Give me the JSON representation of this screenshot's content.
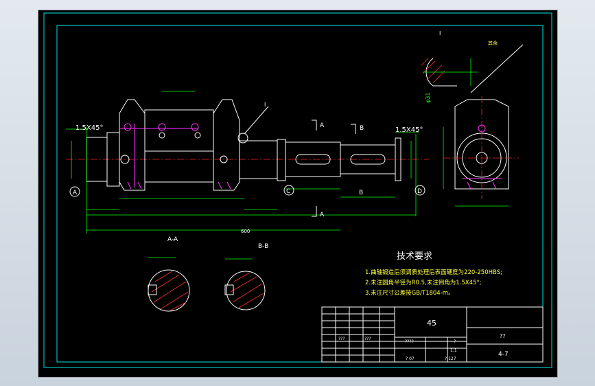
{
  "drawing": {
    "section_aa_label": "A-A",
    "section_bb_label": "B-B",
    "detail_label": "I",
    "right_note": "其余",
    "marker_a": "A",
    "marker_b": "B",
    "marker_c": "C",
    "marker_d": "D",
    "chamfer_left": "1.5X45°",
    "chamfer_right": "1.5X45°",
    "overall_length": "600",
    "diameter_label": "φ31"
  },
  "tech_requirements": {
    "title": "技术要求",
    "line1": "1.曲轴锻造后须调质处理后表面硬度为220-250HBS;",
    "line2": "2.未注圆角半径为R0.5,未注倒角为1.5X45°;",
    "line3": "3.未注尺寸公差按GB/T1804-m。"
  },
  "title_block": {
    "material": "45",
    "drawing_no": "??",
    "sheet": "4-7",
    "cell_a": "???",
    "cell_b": "???",
    "cell_c": "????",
    "cell_d": "1:1",
    "cell_e": "?",
    "cell_f": "? 07",
    "cell_g": "? 127"
  },
  "colors": {
    "outline": "#ffffff",
    "dimension": "#00ff00",
    "centerline": "#ff2020",
    "hidden": "#ff30ff",
    "frame": "#00e5e5"
  }
}
